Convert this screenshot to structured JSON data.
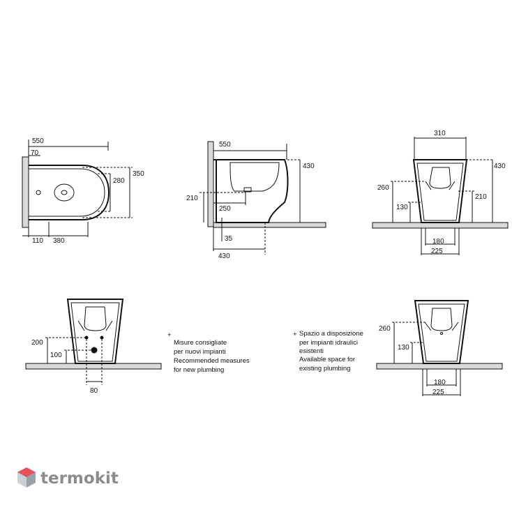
{
  "top_view": {
    "dims": {
      "d550": "550",
      "d70": "70",
      "d350": "350",
      "d280": "280",
      "d110": "110",
      "d380": "380"
    }
  },
  "side_view": {
    "dims": {
      "d550": "550",
      "d430": "430",
      "d210": "210",
      "d250": "250",
      "d35": "35",
      "d430b": "430"
    }
  },
  "front_view": {
    "dims": {
      "d310": "310",
      "d430": "430",
      "d260": "260",
      "d130": "130",
      "d210": "210",
      "d180": "180",
      "d225": "225"
    }
  },
  "rear_recommended": {
    "dims": {
      "d200": "200",
      "d100": "100",
      "d80": "80"
    }
  },
  "rear_available": {
    "dims": {
      "d260": "260",
      "d130": "130",
      "d180": "180",
      "d225": "225"
    }
  },
  "notes": {
    "recommended": [
      "Misure consigliate",
      "per nuovi impianti",
      "Recommended measures",
      "for new plumbing"
    ],
    "available": [
      "Spazio a disposizione",
      "per impianti idraulici",
      "esistenti",
      "Available space for",
      "existing plumbing"
    ],
    "marker": "+"
  },
  "logo": {
    "text": "termokit",
    "colors": [
      "#e8505b",
      "#c9d0d6",
      "#9aa3ab"
    ]
  }
}
